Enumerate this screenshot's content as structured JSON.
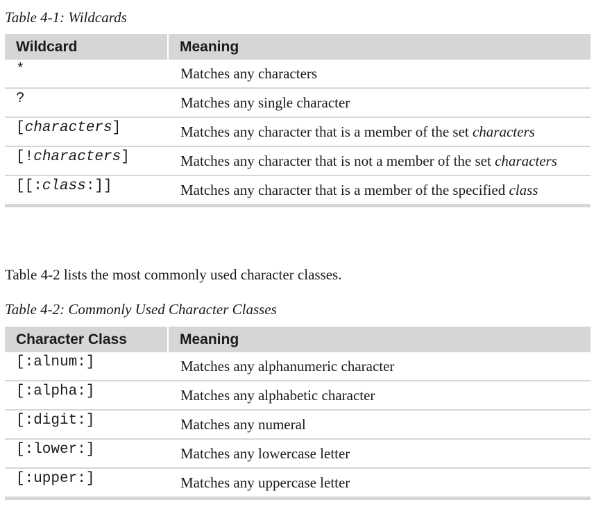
{
  "table1": {
    "caption": "Table 4-1: Wildcards",
    "headers": {
      "col1": "Wildcard",
      "col2": "Meaning"
    },
    "rows": [
      {
        "pre": "*",
        "em": "",
        "post": "",
        "meaning": "Matches any characters",
        "meaning_em": ""
      },
      {
        "pre": "?",
        "em": "",
        "post": "",
        "meaning": "Matches any single character",
        "meaning_em": ""
      },
      {
        "pre": "[",
        "em": "characters",
        "post": "]",
        "meaning": "Matches any character that is a member of the set ",
        "meaning_em": "characters"
      },
      {
        "pre": "[!",
        "em": "characters",
        "post": "]",
        "meaning": "Matches any character that is not a member of the set ",
        "meaning_em": "characters"
      },
      {
        "pre": "[[:",
        "em": "class",
        "post": ":]]",
        "meaning": "Matches any character that is a member of the specified ",
        "meaning_em": "class"
      }
    ]
  },
  "paragraph": "Table 4-2 lists the most commonly used character classes.",
  "table2": {
    "caption": "Table 4-2: Commonly Used Character Classes",
    "headers": {
      "col1": "Character Class",
      "col2": "Meaning"
    },
    "rows": [
      {
        "code": "[:alnum:]",
        "meaning": "Matches any alphanumeric character"
      },
      {
        "code": "[:alpha:]",
        "meaning": "Matches any alphabetic character"
      },
      {
        "code": "[:digit:]",
        "meaning": "Matches any numeral"
      },
      {
        "code": "[:lower:]",
        "meaning": "Matches any lowercase letter"
      },
      {
        "code": "[:upper:]",
        "meaning": "Matches any uppercase letter"
      }
    ]
  }
}
